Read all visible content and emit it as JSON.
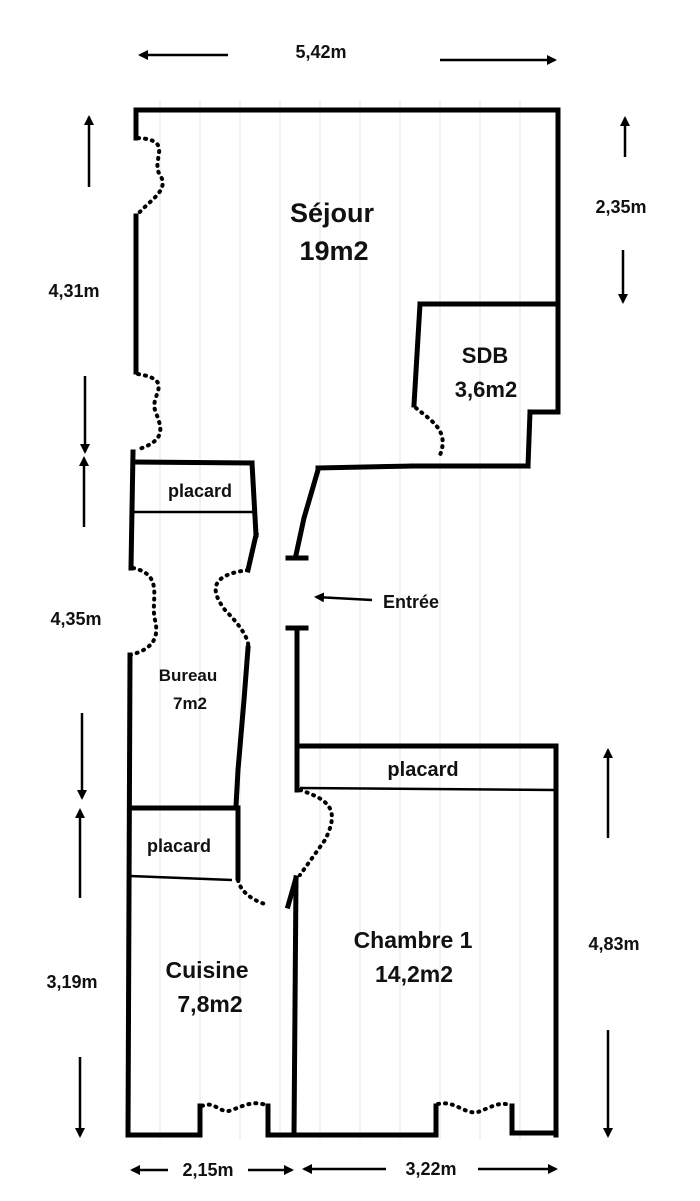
{
  "rooms": {
    "sejour": {
      "name": "Séjour",
      "area": "19m2"
    },
    "sdb": {
      "name": "SDB",
      "area": "3,6m2"
    },
    "bureau": {
      "name": "Bureau",
      "area": "7m2"
    },
    "cuisine": {
      "name": "Cuisine",
      "area": "7,8m2"
    },
    "chambre": {
      "name": "Chambre 1",
      "area": "14,2m2"
    }
  },
  "placards": [
    "placard",
    "placard",
    "placard"
  ],
  "entrance": "Entrée",
  "dimensions": {
    "top_width": "5,42m",
    "right_sejour": "2,35m",
    "left_sejour": "4,31m",
    "left_bureau": "4,35m",
    "left_cuisine": "3,19m",
    "right_chambre": "4,83m",
    "bottom_cuisine": "2,15m",
    "bottom_chambre": "3,22m"
  }
}
